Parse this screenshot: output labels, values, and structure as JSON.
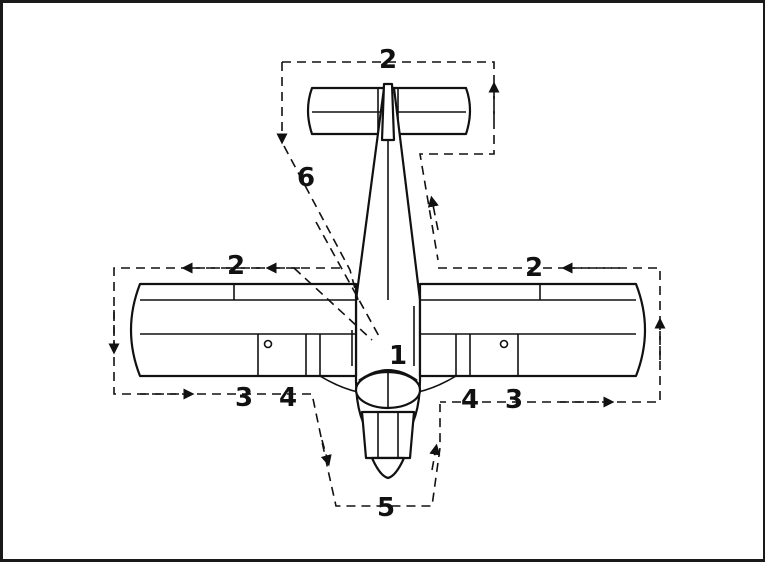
{
  "diagram": {
    "labels": {
      "tail_2": "2",
      "left_wing_2": "2",
      "right_wing_2": "2",
      "cockpit_1": "1",
      "left_3": "3",
      "left_4": "4",
      "right_4": "4",
      "right_3": "3",
      "nose_5": "5",
      "fuselage_6": "6"
    }
  }
}
